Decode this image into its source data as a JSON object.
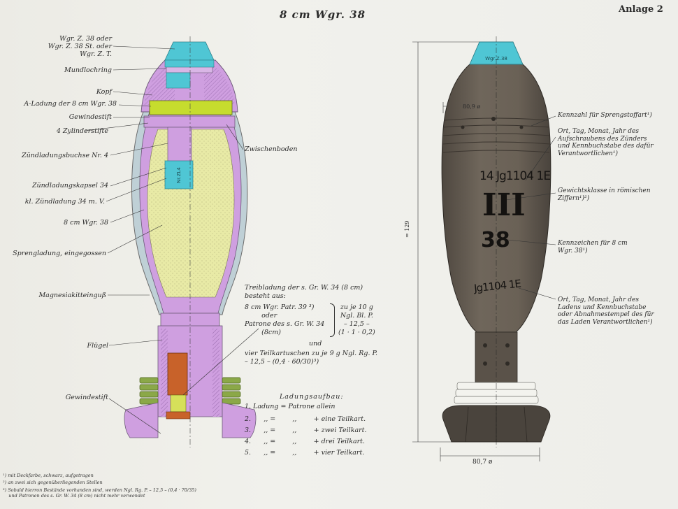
{
  "header": {
    "title": "8 cm Wgr. 38",
    "annex": "Anlage 2"
  },
  "left_labels": [
    "Wgr. Z. 38 oder\nWgr. Z. 38 St. oder\nWgr. Z. T.",
    "Mundlochring",
    "Kopf",
    "A-Ladung der 8 cm Wgr. 38",
    "Gewindestift",
    "4 Zylinderstifte",
    "Zündladungsbuchse Nr. 4",
    "Zündladungskapsel 34",
    "kl. Zündladung 34 m. V.",
    "8 cm Wgr. 38",
    "Sprengladung, eingegossen",
    "Magnesiakitteinguß",
    "Flügel",
    "Gewindestift"
  ],
  "zwischenboden": "Zwischenboden",
  "fuze_text_left": "Nr.ZL4",
  "fuze_text_right": "Wgr.Z.38",
  "diameter_top": "80,9 ø",
  "diameter_bottom": "80,7 ø",
  "length_dim": "= 129",
  "markings": {
    "lot": "14 Jg1104 1E",
    "weight_class": "III",
    "caliber": "38",
    "fill_stamp": "Jg1104 1E"
  },
  "right_labels": [
    "Kennzahl für Sprengstoffart¹)",
    "Ort, Tag, Monat, Jahr des\nAufschraubens des Zünders\nund Kennbuchstabe des dafür\nVerantwortlichen¹)",
    "Gewichtsklasse in römischen\nZiffern¹)²)",
    "Kennzeichen für 8 cm\nWgr. 38¹)",
    "Ort, Tag, Monat, Jahr des\nLadens und Kennbuchstabe\noder Abnahmestempel des für\ndas Laden Verantwortlichen¹)"
  ],
  "propellant": {
    "heading": "Treibladung der s. Gr. W. 34 (8 cm)\nbesteht aus:",
    "left": "8 cm Wgr. Patr. 39 ³)\n        oder\nPatrone des s. Gr. W. 34\n        (8cm)",
    "right": "zu je 10 g\nNgl. Bl. P.\n– 12,5 –\n(1 · 1 · 0,2)",
    "und": "und",
    "increments": "vier Teilkartuschen zu je 9 g Ngl. Rg. P.\n– 12,5 – (0,4 · 60/30)³)"
  },
  "ladung": {
    "heading": "Ladungsaufbau:",
    "rows": [
      [
        "1. Ladung",
        "=",
        "Patrone allein",
        ""
      ],
      [
        "2.",
        ",,  =",
        ",,",
        "+ eine Teilkart."
      ],
      [
        "3.",
        ",,  =",
        ",,",
        "+ zwei Teilkart."
      ],
      [
        "4.",
        ",,  =",
        ",,",
        "+ drei Teilkart."
      ],
      [
        "5.",
        ",,  =",
        ",,",
        "+ vier Teilkart."
      ]
    ]
  },
  "footnotes": [
    "¹) mit Deckfarbe, schwarz, aufgetragen",
    "²) an zwei sich gegenüberliegenden Stellen",
    "³) Sobald hierron Bestände vorhanden sind, werden Ngl. Rg. P. – 12,5 – (0,4 · 70/35)\n    und Patronen des s. Gr. W. 34 (8 cm) nicht mehr verwendet"
  ],
  "colors": {
    "fuze": "#4fc6d4",
    "body_section": "#cf9fe0",
    "filler": "#e8eaa6",
    "magnesia": "#bfd0d6",
    "orange": "#c8622a",
    "green": "#7c9a3c",
    "lime": "#c6dc2e",
    "shell_grey": "#6b6257"
  }
}
